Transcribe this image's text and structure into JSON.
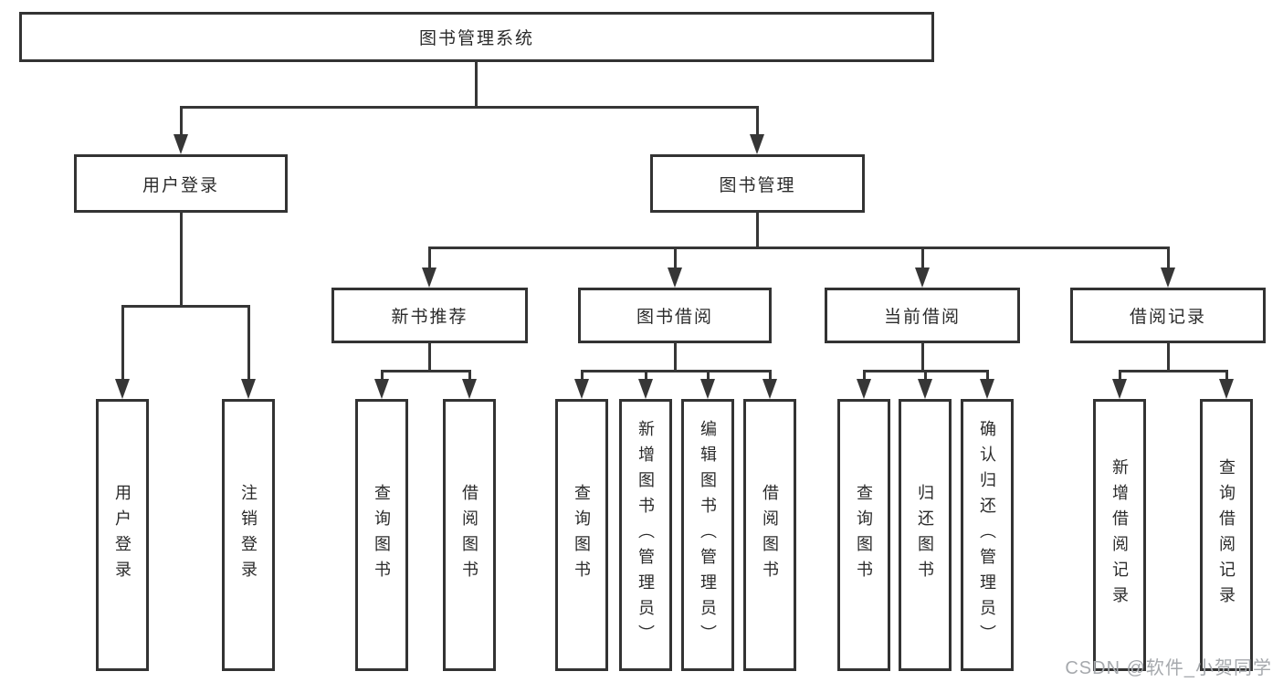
{
  "diagram": {
    "title": "图书管理系统",
    "branches": [
      {
        "label": "用户登录",
        "leaves": [
          {
            "label": "用户登录"
          },
          {
            "label": "注销登录"
          }
        ]
      },
      {
        "label": "图书管理",
        "groups": [
          {
            "label": "新书推荐",
            "leaves": [
              {
                "label": "查询图书"
              },
              {
                "label": "借阅图书"
              }
            ]
          },
          {
            "label": "图书借阅",
            "leaves": [
              {
                "label": "查询图书"
              },
              {
                "label": "新增图书（管理员）"
              },
              {
                "label": "编辑图书（管理员）"
              },
              {
                "label": "借阅图书"
              }
            ]
          },
          {
            "label": "当前借阅",
            "leaves": [
              {
                "label": "查询图书"
              },
              {
                "label": "归还图书"
              },
              {
                "label": "确认归还（管理员）"
              }
            ]
          },
          {
            "label": "借阅记录",
            "leaves": [
              {
                "label": "新增借阅记录"
              },
              {
                "label": "查询借阅记录"
              }
            ]
          }
        ]
      }
    ]
  },
  "watermark": {
    "text": "CSDN @软件_小贺同学"
  },
  "colors": {
    "line": "#363636",
    "box_border": "#333333",
    "text": "#2b2b2b",
    "watermark": "#a6a9ad",
    "background": "#ffffff"
  }
}
